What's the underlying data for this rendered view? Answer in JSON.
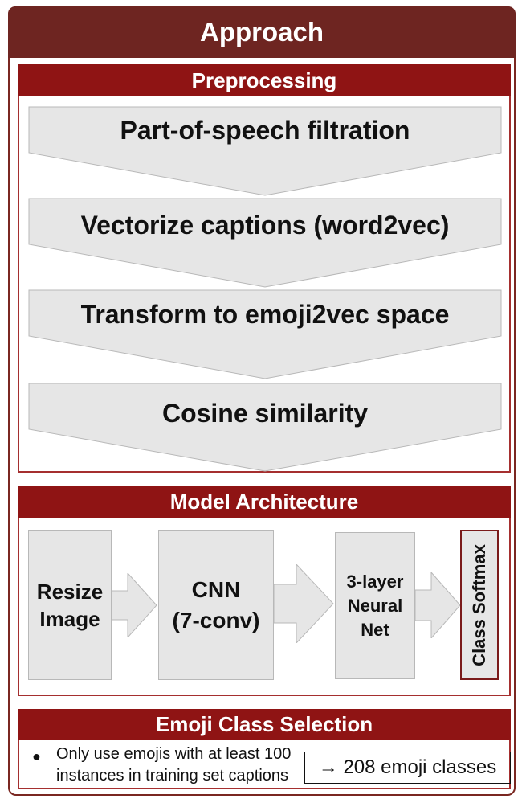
{
  "title": "Approach",
  "preprocessing": {
    "header": "Preprocessing",
    "steps": [
      "Part-of-speech filtration",
      "Vectorize captions (word2vec)",
      "Transform to emoji2vec space",
      "Cosine similarity"
    ]
  },
  "model": {
    "header": "Model Architecture",
    "stage1_line1": "Resize",
    "stage1_line2": "Image",
    "stage2_line1": "CNN",
    "stage2_line2": "(7-conv)",
    "stage3_line1": "3-layer",
    "stage3_line2": "Neural",
    "stage3_line3": "Net",
    "softmax": "Class Softmax"
  },
  "emoji_selection": {
    "header": "Emoji Class Selection",
    "bullet_line1": "Only use emojis with at least 100",
    "bullet_line2": "instances in training set captions",
    "result": "→ 208 emoji classes"
  },
  "colors": {
    "title_bg": "#6e2521",
    "section_header_bg": "#8f1414",
    "box_fill": "#e6e6e6"
  }
}
